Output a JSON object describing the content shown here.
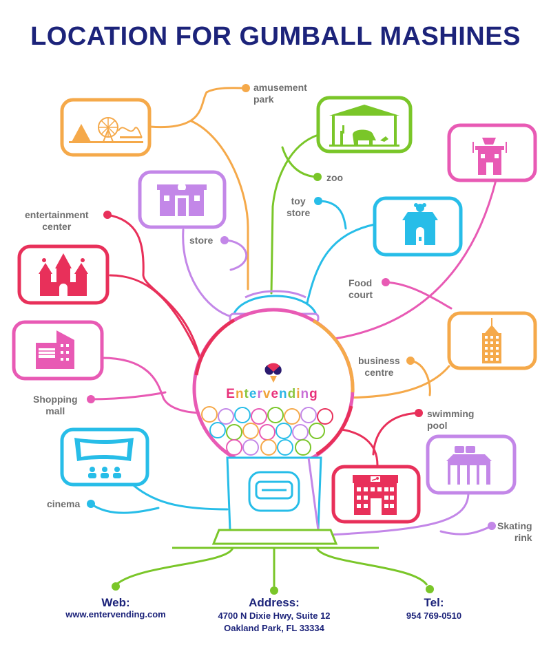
{
  "title": "LOCATION FOR GUMBALL MASHINES",
  "brand": {
    "letters": [
      "E",
      "n",
      "t",
      "e",
      "r",
      "v",
      "e",
      "n",
      "d",
      "i",
      "n",
      "g"
    ],
    "letter_colors": [
      "#e8317a",
      "#f0a33a",
      "#8cc63f",
      "#2bb6e6",
      "#c86fd6",
      "#f0a33a",
      "#e8317a",
      "#2bb6e6",
      "#8cc63f",
      "#f0a33a",
      "#c86fd6",
      "#e8317a"
    ]
  },
  "locations": {
    "amusement_park": {
      "line1": "amusement",
      "line2": "park",
      "color": "#f5a94a",
      "icon": "amusement-park-icon"
    },
    "zoo": {
      "line1": "zoo",
      "color": "#7ac629",
      "icon": "zoo-icon"
    },
    "toy_store": {
      "line1": "toy",
      "line2": "store",
      "color": "#27bde8",
      "icon": "toy-store-icon"
    },
    "food_court": {
      "line1": "Food",
      "line2": "court",
      "color": "#e85ab4",
      "icon": "food-court-icon"
    },
    "store": {
      "line1": "store",
      "color": "#c387e8",
      "icon": "store-icon"
    },
    "entertainment_center": {
      "line1": "entertainment",
      "line2": "center",
      "color": "#e8305a",
      "icon": "castle-icon"
    },
    "shopping_mall": {
      "line1": "Shopping",
      "line2": "mall",
      "color": "#e85ab4",
      "icon": "mall-icon"
    },
    "cinema": {
      "line1": "cinema",
      "color": "#27bde8",
      "icon": "cinema-icon"
    },
    "business_centre": {
      "line1": "business",
      "line2": "centre",
      "color": "#f5a94a",
      "icon": "skyscraper-icon"
    },
    "swimming_pool": {
      "line1": "swimming",
      "line2": "pool",
      "color": "#e8305a",
      "icon": "swimming-pool-icon"
    },
    "skating_rink": {
      "line1": "Skating",
      "line2": "rink",
      "color": "#c387e8",
      "icon": "skating-rink-icon"
    }
  },
  "footer": {
    "web_label": "Web:",
    "web_value": "www.entervending.com",
    "address_label": "Address:",
    "address_line1": "4700 N Dixie Hwy, Suite 12",
    "address_line2": "Oakland Park, FL 33334",
    "tel_label": "Tel:",
    "tel_value": "954 769-0510",
    "color": "#1c237a",
    "connector_color": "#7ac629"
  }
}
